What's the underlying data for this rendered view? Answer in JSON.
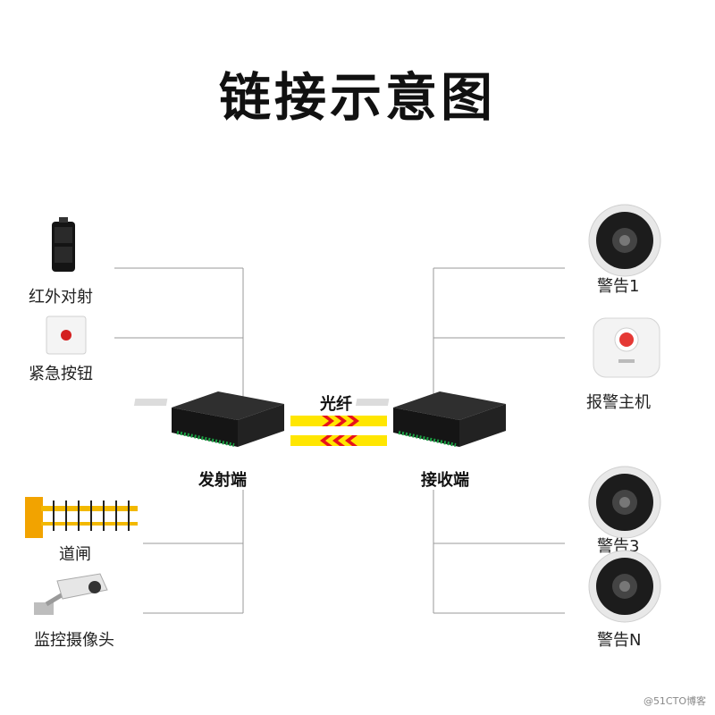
{
  "title": "链接示意图",
  "left_devices": [
    {
      "label": "红外对射",
      "icon": "infrared-beam-sensor"
    },
    {
      "label": "紧急按钮",
      "icon": "emergency-button"
    },
    {
      "label": "道闸",
      "icon": "barrier-gate"
    },
    {
      "label": "监控摄像头",
      "icon": "cctv-camera"
    }
  ],
  "right_devices": [
    {
      "label": "警告1",
      "icon": "speaker"
    },
    {
      "label": "报警主机",
      "icon": "alarm-host"
    },
    {
      "label": "警告3",
      "icon": "speaker"
    },
    {
      "label": "警告N",
      "icon": "speaker"
    }
  ],
  "transmitter": {
    "label": "发射端",
    "icon": "fiber-converter"
  },
  "receiver": {
    "label": "接收端",
    "icon": "fiber-converter"
  },
  "link": {
    "label": "光纤",
    "colors": {
      "band": "#FFE600",
      "arrow": "#E8131B"
    }
  },
  "watermark": "@51CTO博客"
}
